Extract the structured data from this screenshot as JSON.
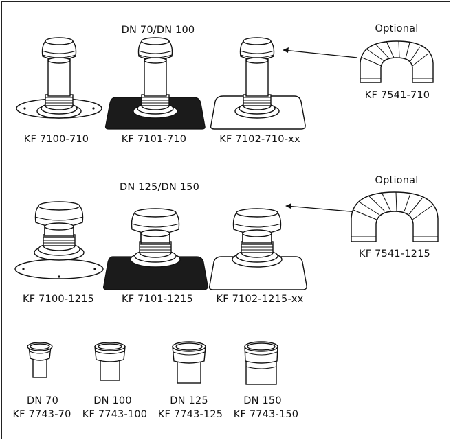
{
  "sections": {
    "top": {
      "heading": "DN 70/DN 100",
      "optional_label": "Optional",
      "products": [
        "KF 7100-710",
        "KF 7101-710",
        "KF 7102-710-xx"
      ],
      "optional_product": "KF 7541-710"
    },
    "middle": {
      "heading": "DN 125/DN 150",
      "optional_label": "Optional",
      "products": [
        "KF 7100-1215",
        "KF 7101-1215",
        "KF 7102-1215-xx"
      ],
      "optional_product": "KF 7541-1215"
    },
    "bottom": {
      "adapters": [
        {
          "size": "DN 70",
          "code": "KF 7743-70"
        },
        {
          "size": "DN 100",
          "code": "KF 7743-100"
        },
        {
          "size": "DN 125",
          "code": "KF 7743-125"
        },
        {
          "size": "DN 150",
          "code": "KF 7743-150"
        }
      ]
    }
  },
  "colors": {
    "line": "#111111",
    "dark_base": "#1b1b1b",
    "background": "#ffffff"
  }
}
